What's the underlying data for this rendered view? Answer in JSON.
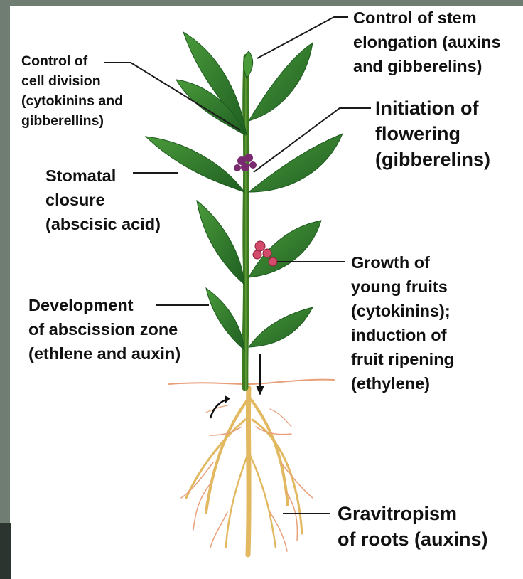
{
  "labels": {
    "stem_elongation": "Control of stem\nelongation (auxins\nand gibberelins)",
    "cell_division": "Control of\ncell division\n(cytokinins and\ngibberellins)",
    "flowering": "Initiation of\nflowering\n(gibberelins)",
    "stomatal": "Stomatal\nclosure\n(abscisic acid)",
    "fruits": "Growth of\nyoung fruits\n(cytokinins);\ninduction of\nfruit ripening\n(ethylene)",
    "abscission": "Development\nof abscission zone\n(ethlene and auxin)",
    "gravitropism": "Gravitropism\nof roots (auxins)"
  },
  "colors": {
    "leaf": "#2f7d2c",
    "leaf_dark": "#1d5a1f",
    "stem": "#4c8a2a",
    "root": "#d9a94a",
    "root_fine": "#e7a07a",
    "flower": "#7a2a6e",
    "fruit": "#d44a6a",
    "label_text": "#111111",
    "leader_line": "#1a1a1a"
  }
}
